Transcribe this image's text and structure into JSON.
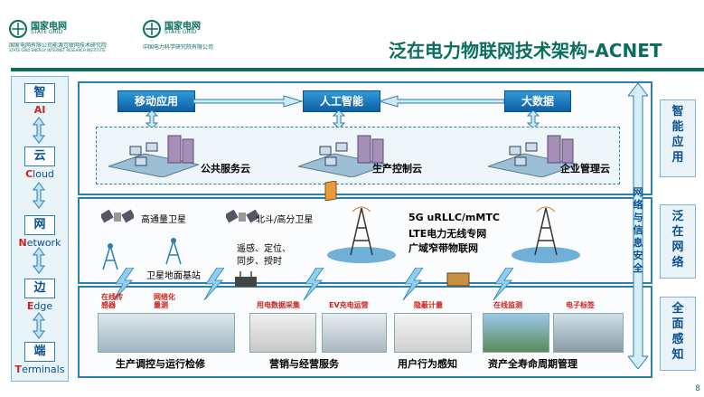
{
  "header": {
    "logo1_cn": "国家电网",
    "logo1_en": "STATE GRID",
    "logo1_sub": "国家电网有限公司能源互联网技术研究院",
    "logo1_sub_en": "STATE GRID ENERGY INTERNET RESEARCH INSTITUTE",
    "logo2_cn": "国家电网",
    "logo2_en": "STATE GRID",
    "logo2_sub": "中国电力科学研究院有限公司",
    "title": "泛在电力物联网技术架构-ACNET"
  },
  "left_layers": [
    {
      "cn": "智",
      "en_red": "AI",
      "en_rest": ""
    },
    {
      "cn": "云",
      "en_red": "C",
      "en_rest": "loud"
    },
    {
      "cn": "网",
      "en_red": "N",
      "en_rest": "etwork"
    },
    {
      "cn": "边",
      "en_red": "E",
      "en_rest": "dge"
    },
    {
      "cn": "端",
      "en_red": "T",
      "en_rest": "erminals"
    }
  ],
  "right_labels": [
    {
      "chars": [
        "智",
        "能",
        "应",
        "用"
      ]
    },
    {
      "chars": [
        "泛",
        "在",
        "网",
        "络"
      ]
    },
    {
      "chars": [
        "全",
        "面",
        "感",
        "知"
      ]
    }
  ],
  "security_chars": [
    "网",
    "络",
    "与",
    "信",
    "息",
    "安",
    "全"
  ],
  "top": {
    "apps": [
      "移动应用",
      "人工智能",
      "大数据"
    ],
    "clouds": [
      "公共服务云",
      "生产控制云",
      "企业管理云"
    ]
  },
  "middle": {
    "satellite": "高通量卫星",
    "beidou": "北斗/高分卫星",
    "ground_station": "卫星地面基站",
    "beidou_functions": [
      "遥感、定位、",
      "同步、授时"
    ],
    "networks": [
      "5G uRLLC/mMTC",
      "LTE电力无线专网",
      "广域窄带物联网"
    ]
  },
  "bottom": {
    "tags": [
      "在线传感器",
      "网络化量测",
      "用电数据采集",
      "EV充电运营",
      "隐蔽计量",
      "在线监测",
      "电子标签"
    ],
    "categories": [
      "生产调控与运行检修",
      "营销与经营服务",
      "用户行为感知",
      "资产全寿命周期管理"
    ]
  },
  "page_number": "8",
  "colors": {
    "brand_green": "#0a6e5f",
    "blue": "#0f5fa3",
    "red": "#d0211c"
  }
}
